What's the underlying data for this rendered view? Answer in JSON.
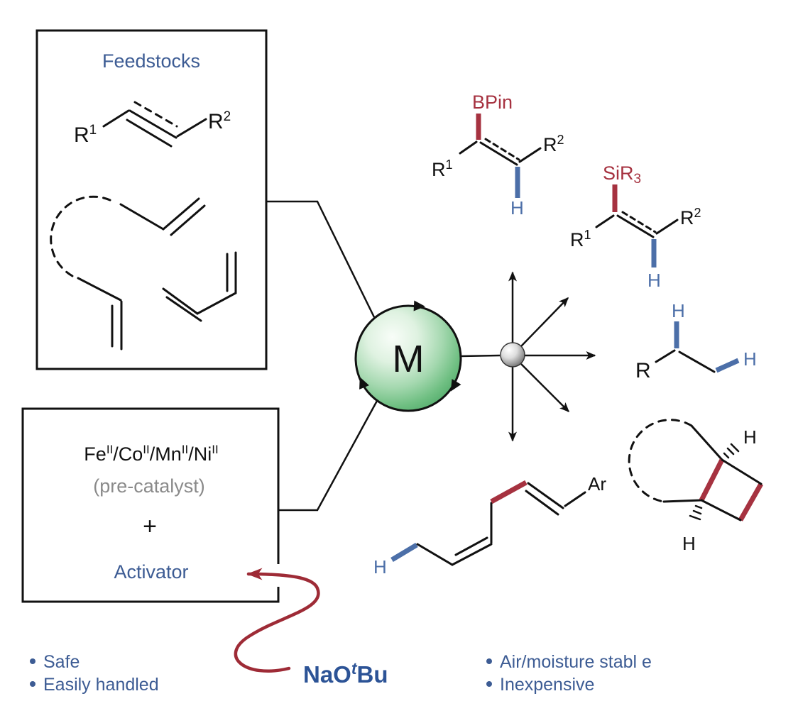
{
  "palette": {
    "bond_red": "#A63240",
    "bond_blue": "#4C6FA8",
    "arrow_red": "#9E2B36",
    "label_blue": "#3D5C94",
    "strong_blue": "#2C5396",
    "muted_gray": "#8A8A8A",
    "sphere_green": "#4FA968",
    "ink": "#111111"
  },
  "feedstocks_box": {
    "title": "Feedstocks",
    "alkene": {
      "r1_base": "R",
      "r1_sup": "1",
      "r2_base": "R",
      "r2_sup": "2"
    }
  },
  "catalyst_box": {
    "metals": [
      {
        "base": "Fe",
        "sup": "II"
      },
      {
        "base": "Co",
        "sup": "II"
      },
      {
        "base": "Mn",
        "sup": "II"
      },
      {
        "base": "Ni",
        "sup": "II"
      }
    ],
    "separator": "/",
    "note": "(pre-catalyst)",
    "plus": "+",
    "activator": "Activator"
  },
  "catalyst_sphere": {
    "label": "M"
  },
  "activator_reagent": {
    "base": "NaO",
    "sup": "t",
    "tail": "Bu"
  },
  "products": {
    "vinyl_boronate": {
      "group": "BPin",
      "r1_base": "R",
      "r1_sup": "1",
      "r2_base": "R",
      "r2_sup": "2",
      "h": "H"
    },
    "vinyl_silane": {
      "group_base": "SiR",
      "group_sub": "3",
      "r1_base": "R",
      "r1_sup": "1",
      "r2_base": "R",
      "r2_sup": "2",
      "h": "H"
    },
    "alkane": {
      "r": "R",
      "h_left": "H",
      "h_right": "H"
    },
    "skipped_diene": {
      "h": "H",
      "ar": "Ar"
    },
    "cyclobutane": {
      "h_top": "H",
      "h_bottom": "H"
    }
  },
  "bullets_left": [
    {
      "label": "Safe"
    },
    {
      "label": "Easily handled"
    }
  ],
  "bullets_right": [
    {
      "label": "Air/moisture stabl e"
    },
    {
      "label": "Inexpensive"
    }
  ]
}
